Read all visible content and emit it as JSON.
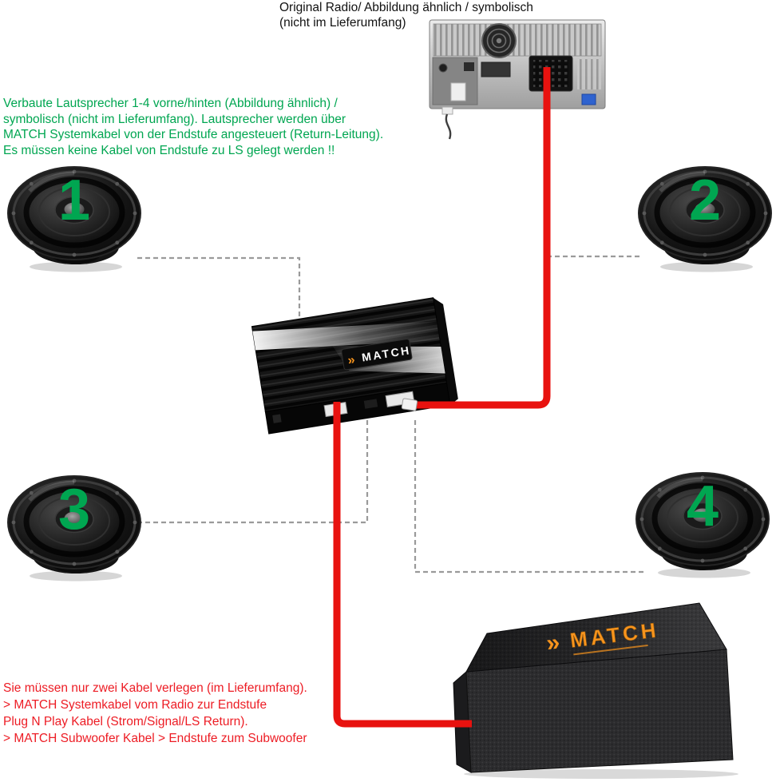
{
  "radio_caption": {
    "line1": "Original Radio/ Abbildung ähnlich / symbolisch",
    "line2": "(nicht im Lieferumfang)"
  },
  "speaker_note": {
    "color": "#00a651",
    "lines": [
      "Verbaute Lautsprecher 1-4 vorne/hinten (Abbildung ähnlich) /",
      "symbolisch (nicht im Lieferumfang). Lautsprecher werden über",
      "MATCH Systemkabel von der Endstufe angesteuert (Return-Leitung).",
      "Es müssen keine Kabel von Endstufe zu LS gelegt werden !!"
    ]
  },
  "cable_note": {
    "color": "#ed1c24",
    "lines": [
      "Sie müssen nur zwei Kabel verlegen (im Lieferumfang).",
      "> MATCH Systemkabel vom Radio zur Endstufe",
      "Plug N Play Kabel (Strom/Signal/LS Return).",
      "> MATCH Subwoofer Kabel > Endstufe zum Subwoofer"
    ]
  },
  "speakers": {
    "labels": [
      "1",
      "2",
      "3",
      "4"
    ],
    "number_color": "#00a651"
  },
  "amplifier": {
    "brand_chevron": "»",
    "brand_name": "MATCH"
  },
  "subwoofer": {
    "brand_chevron": "»",
    "brand_name": "MATCH"
  },
  "colors": {
    "cable_red": "#e8120f",
    "dashed_gray": "#9a9a9a",
    "note_green": "#00a651",
    "note_red": "#ed1c24",
    "brand_orange": "#f7941d"
  }
}
